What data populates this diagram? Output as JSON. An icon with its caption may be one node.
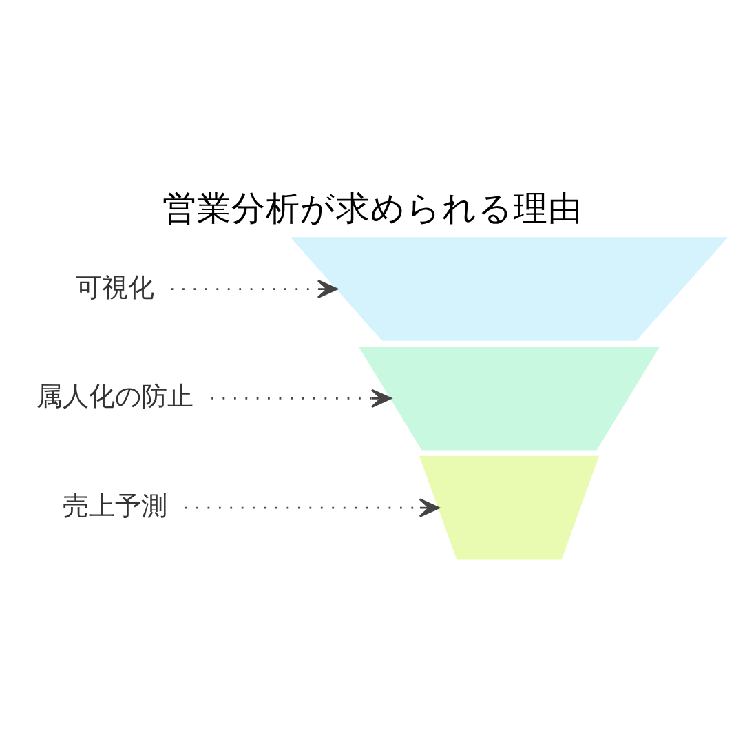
{
  "diagram": {
    "title": "営業分析が求められる理由",
    "nodes": [
      {
        "text": [
          "可視化"
        ]
      },
      {
        "text": [
          "属人化の防止"
        ]
      },
      {
        "text": [
          "売上予測"
        ]
      },
      {
        "text": [],
        "shape": "band"
      },
      {
        "text": [],
        "shape": "band"
      },
      {
        "text": [],
        "shape": "band"
      }
    ],
    "edges": [
      {
        "from": 0,
        "to": 3,
        "arrow": "to",
        "style": "dashed"
      },
      {
        "from": 1,
        "to": 4,
        "arrow": "to",
        "style": "dashed"
      },
      {
        "from": 2,
        "to": 5,
        "arrow": "to",
        "style": "dashed"
      }
    ]
  }
}
